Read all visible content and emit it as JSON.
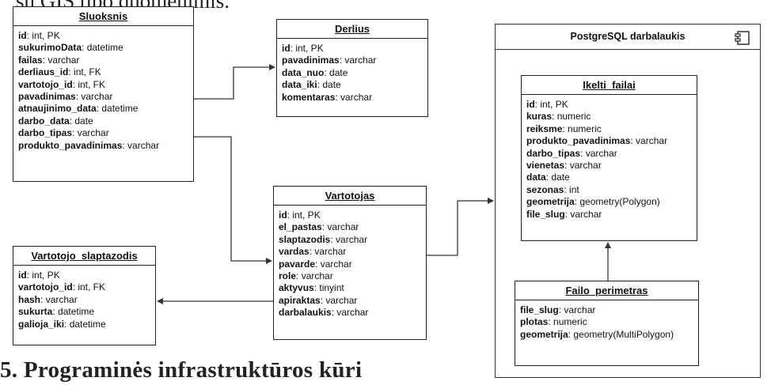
{
  "fragments": {
    "top": "su GIS tipo duomenimis.",
    "bottom": "5.  Programinės infrastruktūros kūri"
  },
  "container": {
    "title": "PostgreSQL darbalaukis",
    "icon": "component-icon"
  },
  "entities": {
    "sluoksnis": {
      "title": "Sluoksnis",
      "fields": [
        {
          "name": "id",
          "type": "int, PK"
        },
        {
          "name": "sukurimoData",
          "type": "datetime"
        },
        {
          "name": "failas",
          "type": "varchar"
        },
        {
          "name": "derliaus_id",
          "type": "int, FK"
        },
        {
          "name": "vartotojo_id",
          "type": "int, FK"
        },
        {
          "name": "pavadinimas",
          "type": "varchar"
        },
        {
          "name": "atnaujinimo_data",
          "type": "datetime"
        },
        {
          "name": "darbo_data",
          "type": "date"
        },
        {
          "name": "darbo_tipas",
          "type": "varchar"
        },
        {
          "name": "produkto_pavadinimas",
          "type": "varchar"
        }
      ]
    },
    "derlius": {
      "title": "Derlius",
      "fields": [
        {
          "name": "id",
          "type": "int, PK"
        },
        {
          "name": "pavadinimas",
          "type": "varchar"
        },
        {
          "name": "data_nuo",
          "type": "date"
        },
        {
          "name": "data_iki",
          "type": "date"
        },
        {
          "name": "komentaras",
          "type": "varchar"
        }
      ]
    },
    "vartotojas": {
      "title": "Vartotojas",
      "fields": [
        {
          "name": "id",
          "type": "int, PK"
        },
        {
          "name": "el_pastas",
          "type": "varchar"
        },
        {
          "name": "slaptazodis",
          "type": "varchar"
        },
        {
          "name": "vardas",
          "type": "varchar"
        },
        {
          "name": "pavarde",
          "type": "varchar"
        },
        {
          "name": "role",
          "type": "varchar"
        },
        {
          "name": "aktyvus",
          "type": "tinyint"
        },
        {
          "name": "apiraktas",
          "type": "varchar"
        },
        {
          "name": "darbalaukis",
          "type": "varchar"
        }
      ]
    },
    "vartotojo_slaptazodis": {
      "title": "Vartotojo_slaptazodis",
      "fields": [
        {
          "name": "id",
          "type": "int, PK"
        },
        {
          "name": "vartotojo_id",
          "type": "int, FK"
        },
        {
          "name": "hash",
          "type": "varchar"
        },
        {
          "name": "sukurta",
          "type": "datetime"
        },
        {
          "name": "galioja_iki",
          "type": "datetime"
        }
      ]
    },
    "ikelti_failai": {
      "title": "Ikelti_failai",
      "fields": [
        {
          "name": "id",
          "type": "int, PK"
        },
        {
          "name": "kuras",
          "type": "numeric"
        },
        {
          "name": "reiksme",
          "type": "numeric"
        },
        {
          "name": "produkto_pavadinimas",
          "type": "varchar"
        },
        {
          "name": "darbo_tipas",
          "type": "varchar"
        },
        {
          "name": "vienetas",
          "type": "varchar"
        },
        {
          "name": "data",
          "type": "date"
        },
        {
          "name": "sezonas",
          "type": "int"
        },
        {
          "name": "geometrija",
          "type": "geometry(Polygon)"
        },
        {
          "name": "file_slug",
          "type": "varchar"
        }
      ]
    },
    "failo_perimetras": {
      "title": "Failo_perimetras",
      "fields": [
        {
          "name": "file_slug",
          "type": "varchar"
        },
        {
          "name": "plotas",
          "type": "numeric"
        },
        {
          "name": "geometrija",
          "type": "geometry(MultiPolygon)"
        }
      ]
    }
  }
}
